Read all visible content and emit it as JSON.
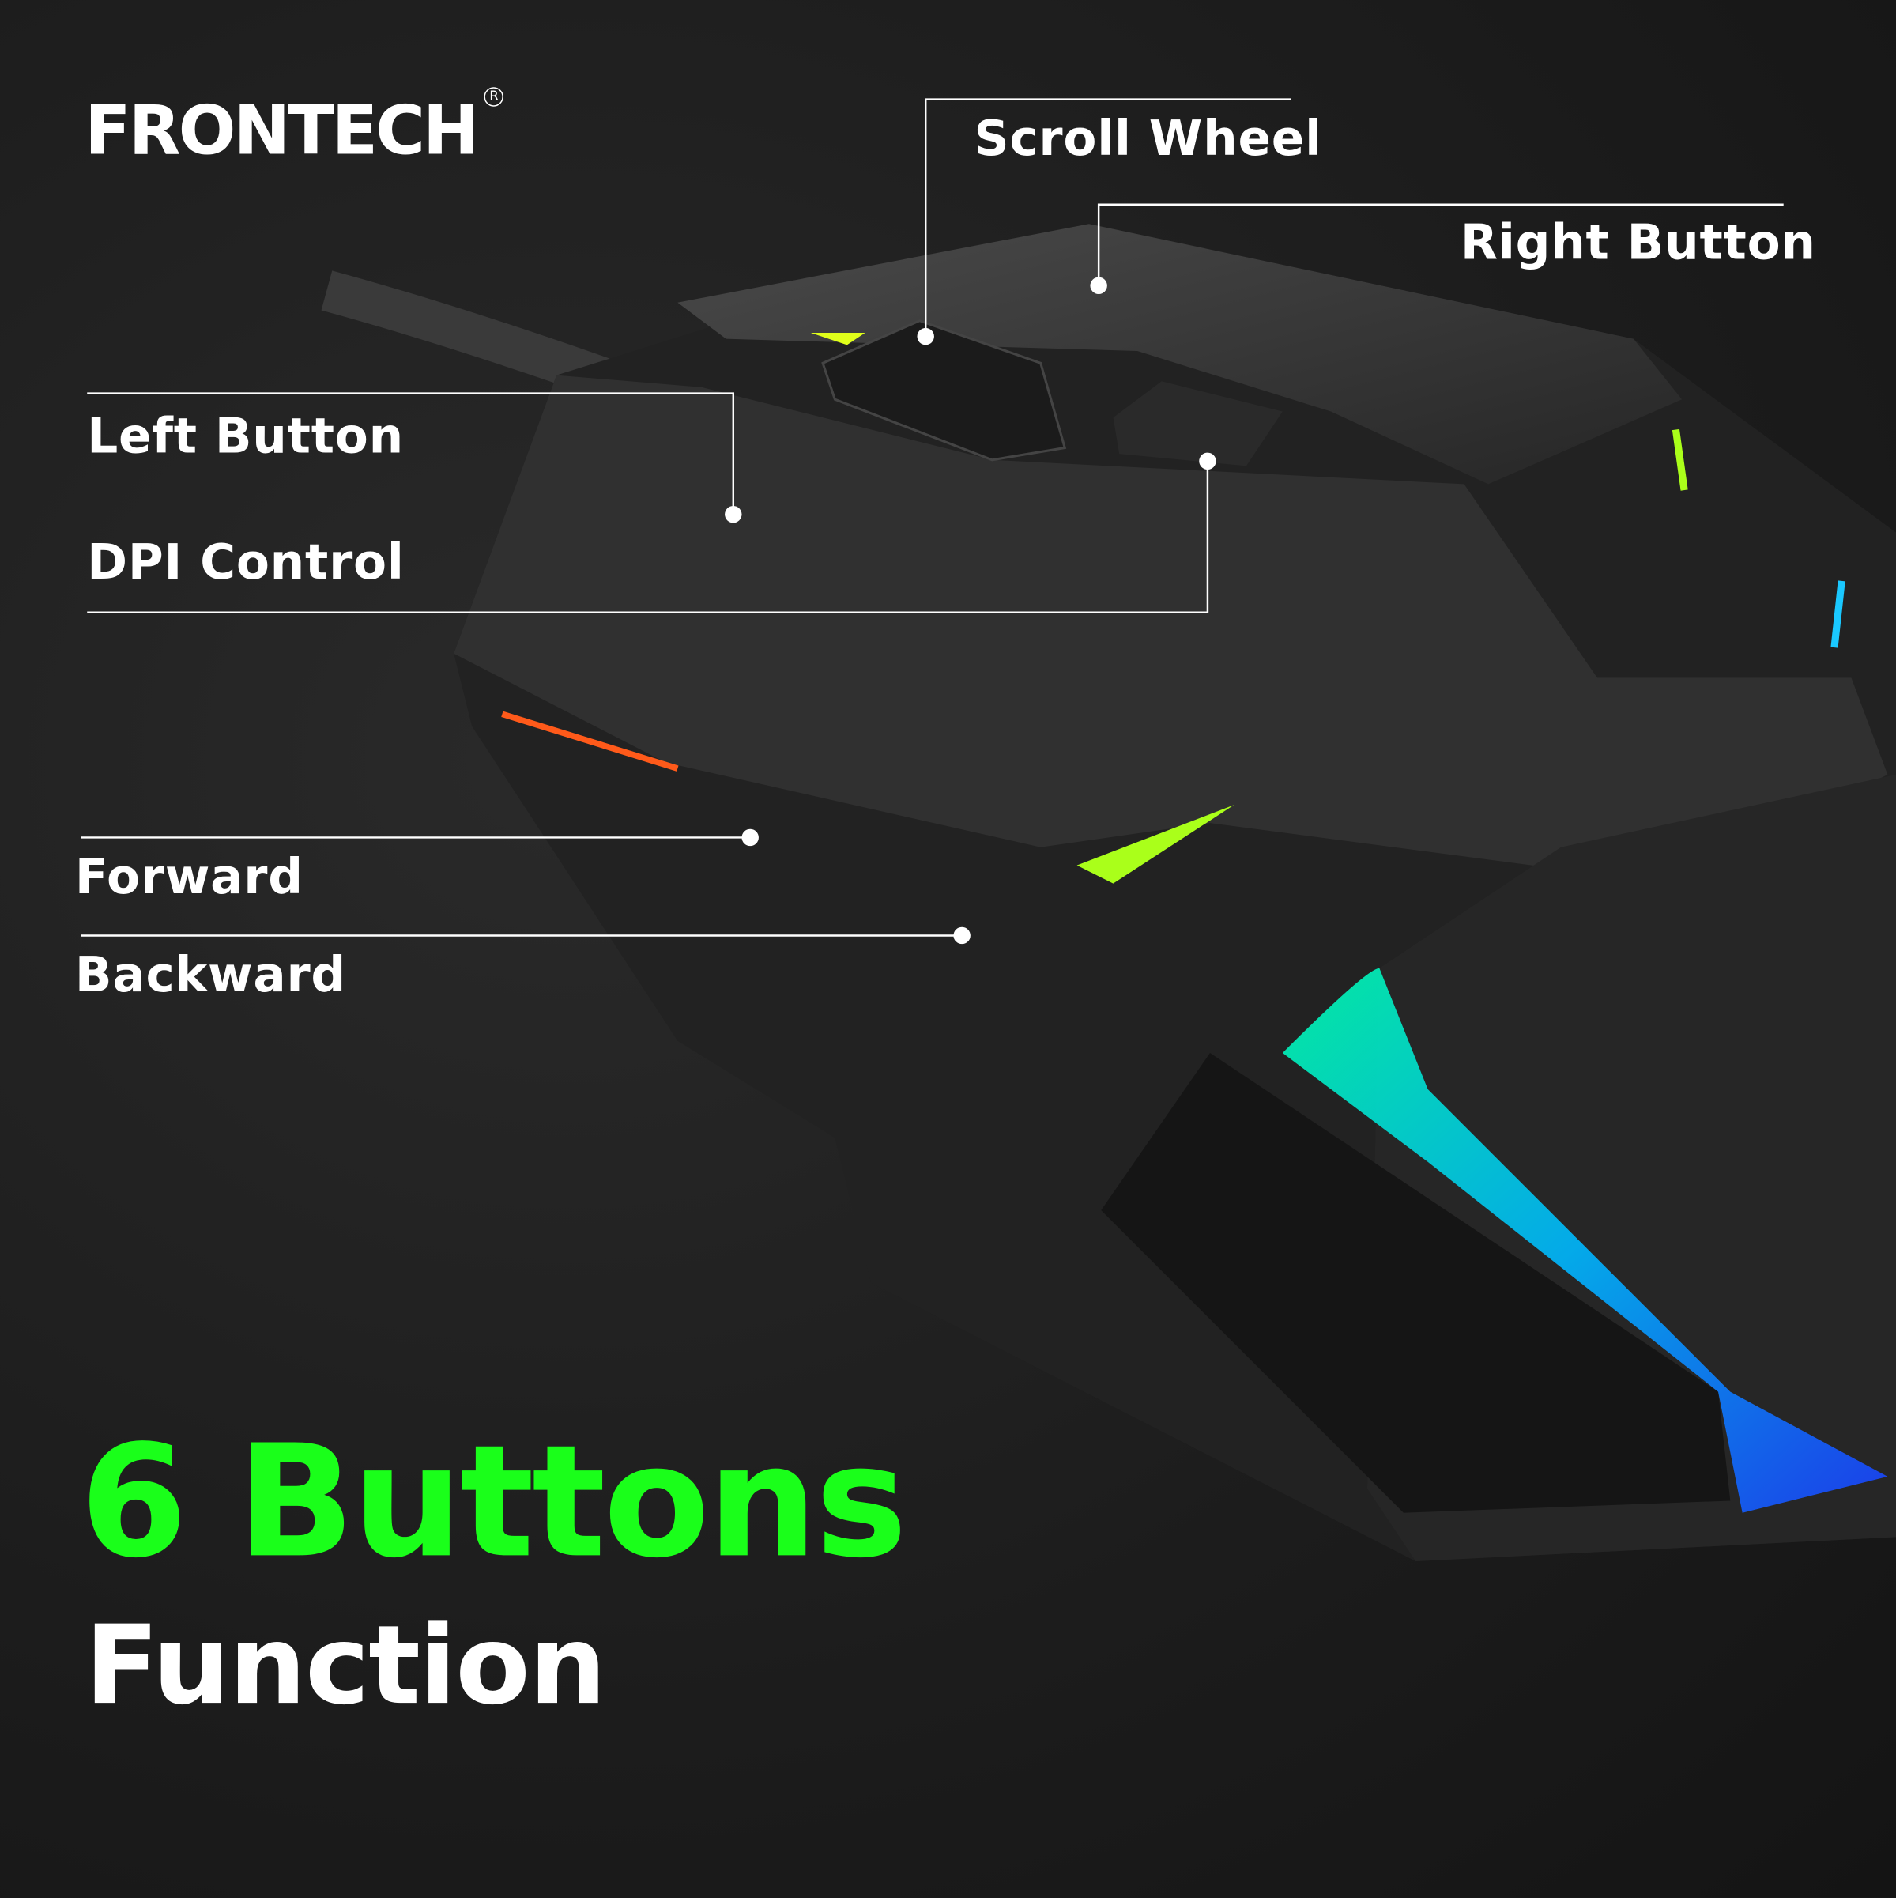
{
  "brand": {
    "logo_text": "FRONTECH"
  },
  "callouts": {
    "scroll_wheel": "Scroll Wheel",
    "right_button": "Right Button",
    "left_button": "Left Button",
    "dpi_control": "DPI Control",
    "forward": "Forward",
    "backward": "Backward"
  },
  "headline": {
    "title": "6 Buttons",
    "subtitle": "Function"
  },
  "colors": {
    "accent": "#1aff1a",
    "text": "#ffffff",
    "background": "#1c1c1c"
  }
}
